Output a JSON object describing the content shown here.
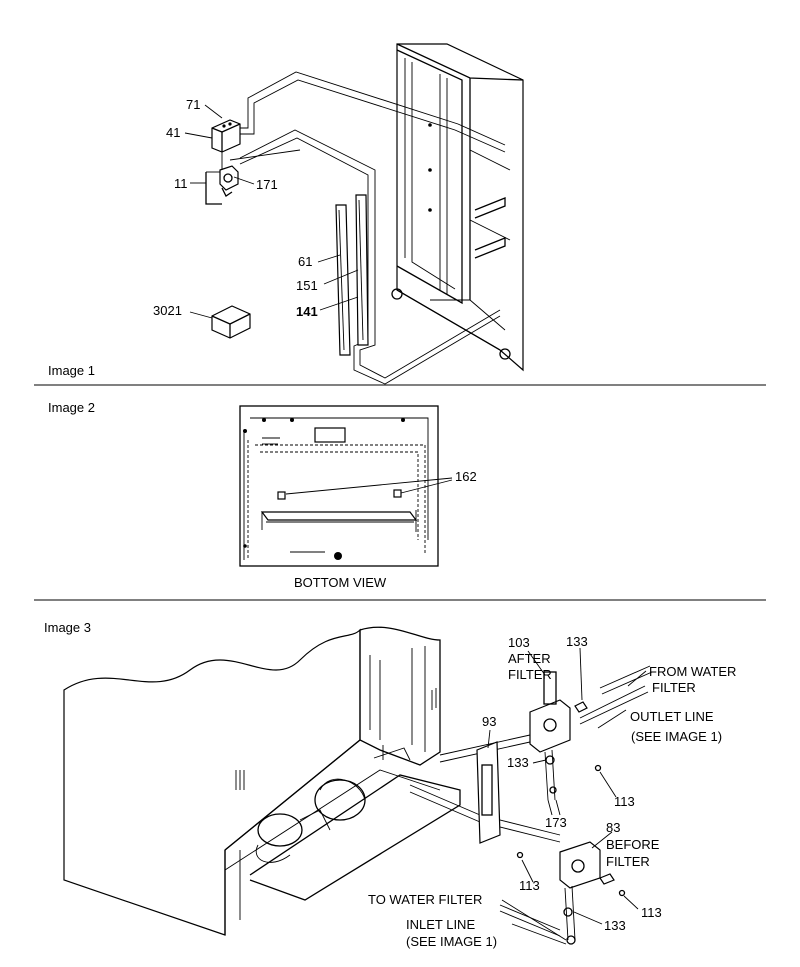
{
  "sections": [
    {
      "label": "Image 1"
    },
    {
      "label": "Image 2",
      "caption": "BOTTOM VIEW"
    },
    {
      "label": "Image 3"
    }
  ],
  "image1_callouts": [
    "71",
    "41",
    "11",
    "171",
    "61",
    "151",
    "141",
    "3021"
  ],
  "image2_callouts": [
    "162"
  ],
  "image3_callouts": {
    "p103": "103",
    "after_filter": "AFTER",
    "after_filter2": "FILTER",
    "p133a": "133",
    "from_water_filter": "FROM WATER",
    "from_water_filter2": "FILTER",
    "outlet_line": "OUTLET LINE",
    "see_image1_a": "(SEE IMAGE 1)",
    "p93": "93",
    "p133b": "133",
    "p113a": "113",
    "p173": "173",
    "p83": "83",
    "before_filter": "BEFORE",
    "before_filter2": "FILTER",
    "p113b": "113",
    "p113c": "113",
    "to_water_filter": "TO WATER FILTER",
    "inlet_line": "INLET LINE",
    "see_image1_b": "(SEE IMAGE 1)",
    "p133c": "133"
  }
}
